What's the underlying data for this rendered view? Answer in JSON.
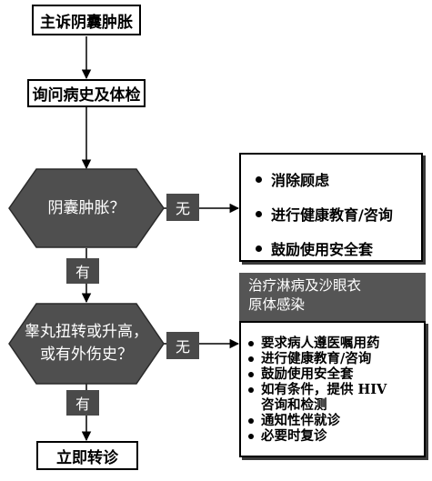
{
  "nodes": {
    "start": "主诉阴囊肿胀",
    "history": "询问病史及体检",
    "decision1": "阴囊肿胀？",
    "decision2_line1": "睾丸扭转或升高，",
    "decision2_line2": "或有外伤史？",
    "end": "立即转诊"
  },
  "edges": {
    "no1": "无",
    "yes1": "有",
    "no2": "无",
    "yes2": "有"
  },
  "no_swelling_actions": [
    "消除顾虑",
    "进行健康教育/咨询",
    "鼓励使用安全套"
  ],
  "treatment": {
    "header_line1": "治疗淋病及沙眼衣",
    "header_line2": "原体感染",
    "items": [
      {
        "lines": [
          "要求病人遵医嘱用药"
        ]
      },
      {
        "lines": [
          "进行健康教育/咨询"
        ]
      },
      {
        "lines": [
          "鼓励使用安全套"
        ]
      },
      {
        "lines": [
          "如有条件，提供 HIV",
          "咨询和检测"
        ]
      },
      {
        "lines": [
          "通知性伴就诊"
        ]
      },
      {
        "lines": [
          "必要时复诊"
        ]
      }
    ]
  },
  "colors": {
    "diamond_fill": "#4f4f4f",
    "tag_fill": "#4a4a4a",
    "header_fill": "#555555",
    "line": "#000000"
  }
}
